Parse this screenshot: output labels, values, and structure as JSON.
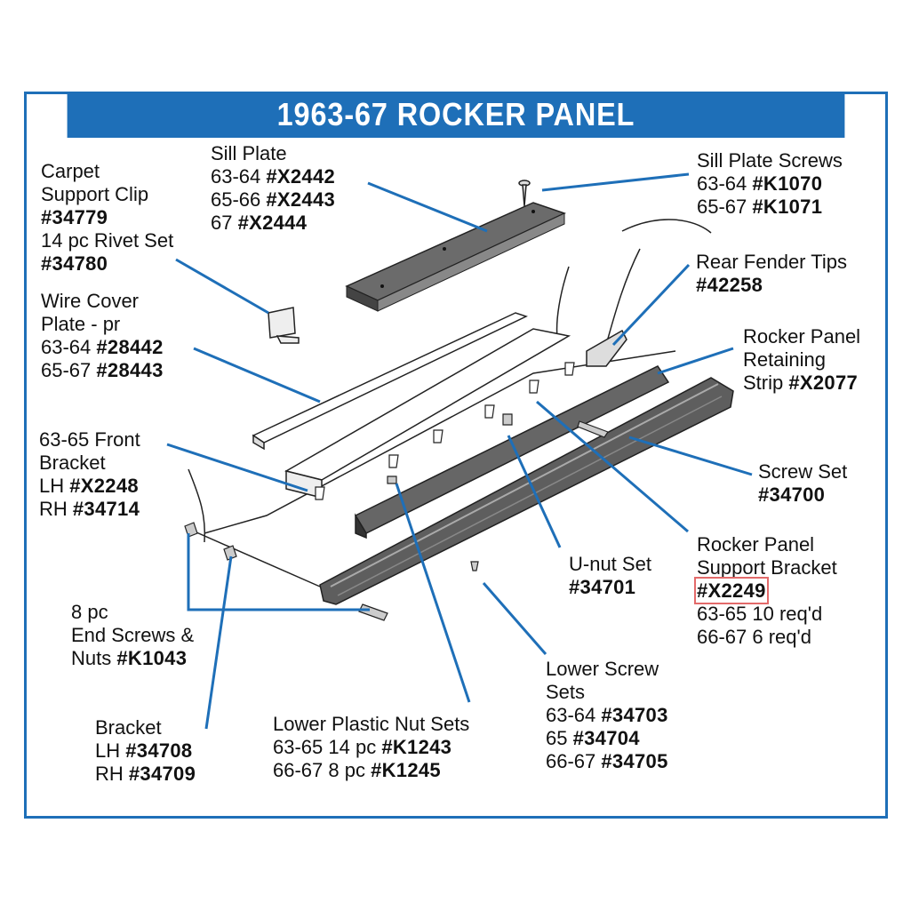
{
  "title": "1963-67 ROCKER PANEL",
  "colors": {
    "accent": "#1e6fb8",
    "highlight": "#e36a6a",
    "part": "#555555"
  },
  "labels": {
    "carpet": {
      "l1": "Carpet",
      "l2": "Support Clip",
      "l3": "#34779",
      "l4": "14 pc Rivet Set",
      "l5": "#34780"
    },
    "sill": {
      "l1": "Sill Plate",
      "l2a": "63-64 ",
      "l2b": "#X2442",
      "l3a": "65-66 ",
      "l3b": "#X2443",
      "l4a": "67 ",
      "l4b": "#X2444"
    },
    "sillscrews": {
      "l1": "Sill Plate Screws",
      "l2a": "63-64 ",
      "l2b": "#K1070",
      "l3a": "65-67 ",
      "l3b": "#K1071"
    },
    "fender": {
      "l1": "Rear Fender Tips",
      "l2": "#42258"
    },
    "wire": {
      "l1": "Wire Cover",
      "l2": "Plate - pr",
      "l3a": "63-64 ",
      "l3b": "#28442",
      "l4a": "65-67 ",
      "l4b": "#28443"
    },
    "retaining": {
      "l1": "Rocker Panel",
      "l2": "Retaining",
      "l3a": "Strip ",
      "l3b": "#X2077"
    },
    "front": {
      "l1": "63-65 Front",
      "l2": "Bracket",
      "l3a": "LH ",
      "l3b": "#X2248",
      "l4a": "RH ",
      "l4b": "#34714"
    },
    "screwset": {
      "l1": "Screw Set",
      "l2": "#34700"
    },
    "support": {
      "l1": "Rocker Panel",
      "l2": "Support Bracket",
      "l3": "#X2249",
      "l4": "63-65 10 req'd",
      "l5": "66-67 6 req'd"
    },
    "unut": {
      "l1": "U-nut Set",
      "l2": "#34701"
    },
    "end": {
      "l1": "8 pc",
      "l2": "End Screws &",
      "l3a": "Nuts ",
      "l3b": "#K1043"
    },
    "lowerscrew": {
      "l1": "Lower Screw",
      "l2": "Sets",
      "l3a": "63-64 ",
      "l3b": "#34703",
      "l4a": "65 ",
      "l4b": "#34704",
      "l5a": "66-67 ",
      "l5b": "#34705"
    },
    "bracket": {
      "l1": "Bracket",
      "l2a": "LH ",
      "l2b": "#34708",
      "l3a": "RH ",
      "l3b": "#34709"
    },
    "plasticnut": {
      "l1": "Lower Plastic Nut Sets",
      "l2a": "63-65 14 pc ",
      "l2b": "#K1243",
      "l3a": "66-67 8 pc ",
      "l3b": "#K1245"
    }
  }
}
